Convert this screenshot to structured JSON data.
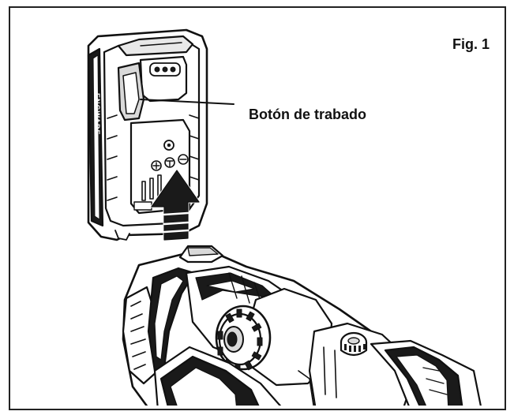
{
  "figure": {
    "label": "Fig. 1",
    "callout": "Botón de trabado",
    "battery_brand": "ENGWADE"
  },
  "colors": {
    "line": "#111111",
    "fill_light": "#ffffff",
    "fill_mid": "#d9d9d9",
    "fill_dark": "#1a1a1a"
  }
}
